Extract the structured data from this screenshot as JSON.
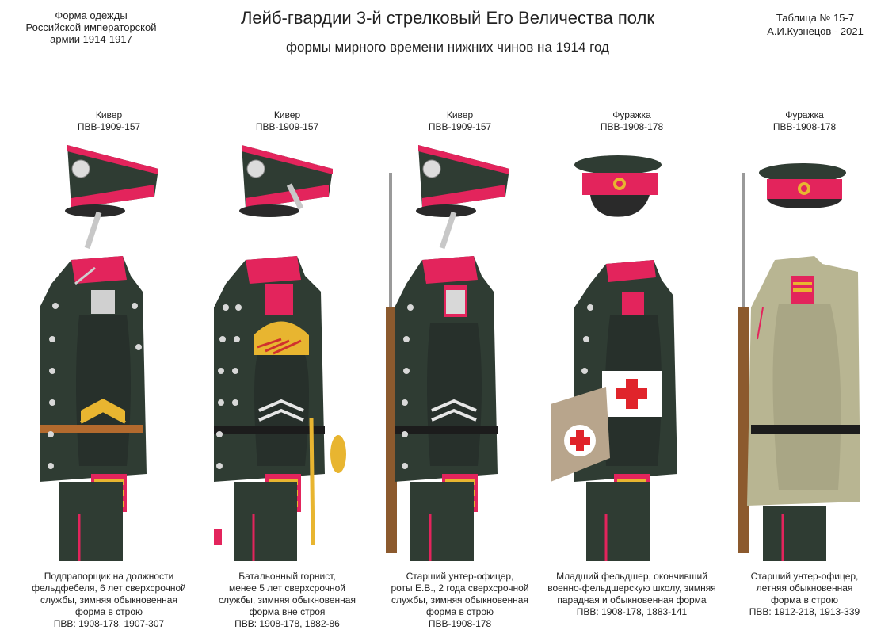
{
  "header": {
    "left": [
      "Форма одежды",
      "Российской императорской",
      "армии  1914-1917"
    ],
    "title": "Лейб-гвардии 3-й стрелковый Его Величества полк",
    "subtitle": "формы мирного времени нижних чинов  на 1914 год",
    "right": [
      "Таблица № 15-7",
      "А.И.Кузнецов - 2021"
    ]
  },
  "colors": {
    "tunic": "#2f3c33",
    "trim": "#e3245c",
    "gold": "#e8b530",
    "khaki": "#b8b592",
    "leather": "#b36a2e",
    "red_cross": "#e0242b"
  },
  "figures": [
    {
      "headgear": [
        "Кивер",
        "ПВВ-1909-157"
      ],
      "caption": [
        "Подпрапорщик на должности",
        "фельдфебеля, 6 лет сверхсрочной",
        "службы, зимняя обыкновенная",
        "форма в строю",
        "ПВВ: 1908-178, 1907-307"
      ]
    },
    {
      "headgear": [
        "Кивер",
        "ПВВ-1909-157"
      ],
      "caption": [
        "Батальонный горнист,",
        "менее 5 лет сверхсрочной",
        "службы, зимняя обыкновенная",
        "форма вне строя",
        "ПВВ: 1908-178, 1882-86"
      ]
    },
    {
      "headgear": [
        "Кивер",
        "ПВВ-1909-157"
      ],
      "caption": [
        "Старший унтер-офицер,",
        "роты Е.В., 2 года сверхсрочной",
        "службы, зимняя обыкновенная",
        "форма в строю",
        "ПВВ-1908-178"
      ]
    },
    {
      "headgear": [
        "Фуражка",
        "ПВВ-1908-178"
      ],
      "caption": [
        "Младший фельдшер, окончивший",
        "военно-фельдшерскую школу, зимняя",
        "парадная и обыкновенная форма",
        "ПВВ: 1908-178, 1883-141"
      ]
    },
    {
      "headgear": [
        "Фуражка",
        "ПВВ-1908-178"
      ],
      "caption": [
        "Старший унтер-офицер,",
        "летняя обыкновенная",
        "форма в строю",
        "ПВВ: 1912-218, 1913-339"
      ]
    }
  ]
}
